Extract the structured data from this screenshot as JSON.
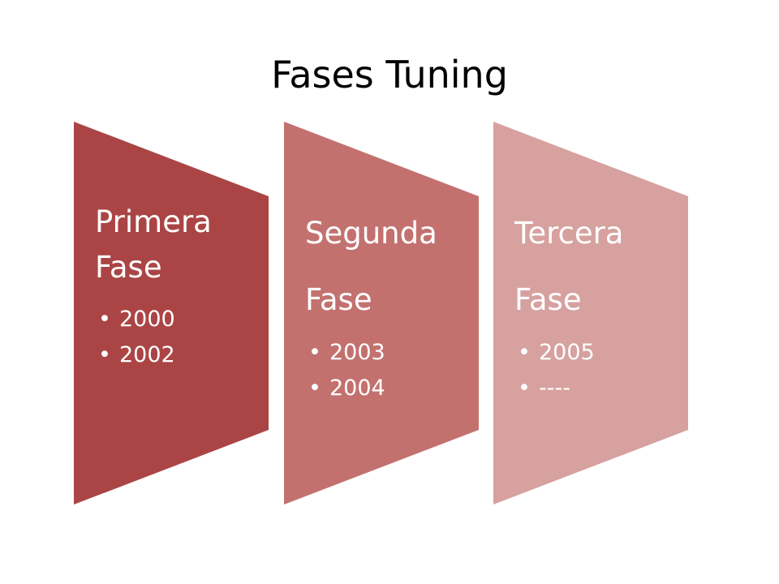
{
  "title": "Fases Tuning",
  "colors": {
    "phase_1": "#ab4545",
    "phase_2": "#c3716f",
    "phase_3": "#d6a19f",
    "text": "#ffffff"
  },
  "phases": [
    {
      "title_line1": "Primera",
      "title_line2": "Fase",
      "items": [
        "2000",
        "2002"
      ]
    },
    {
      "title_line1": "Segunda",
      "title_line2": "Fase",
      "items": [
        "2003",
        "2004"
      ]
    },
    {
      "title_line1": "Tercera",
      "title_line2": "Fase",
      "items": [
        "2005",
        "----"
      ]
    }
  ],
  "bullet": "•"
}
